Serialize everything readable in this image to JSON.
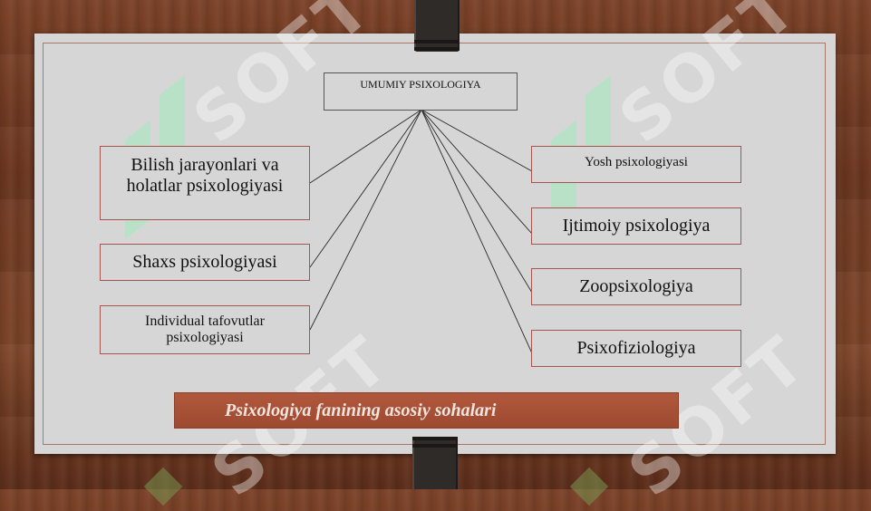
{
  "diagram": {
    "root": {
      "label": "UMUMIY PSIXOLOGIYA"
    },
    "left_branches": [
      {
        "label": "Bilish jarayonlari va holatlar psixologiyasi"
      },
      {
        "label": "Shaxs psixologiyasi"
      },
      {
        "label": "Individual tafovutlar psixologiyasi"
      }
    ],
    "right_branches": [
      {
        "label": "Yosh psixologiyasi"
      },
      {
        "label": "Ijtimoiy psixologiya"
      },
      {
        "label": "Zoopsixologiya"
      },
      {
        "label": "Psixofiziologiya"
      }
    ]
  },
  "caption": {
    "text": "Psixologiya fanining asosiy sohalari"
  },
  "watermark": {
    "text": "SOFT"
  },
  "colors": {
    "node_border": "#a6544e",
    "caption_bg": "#a8523a",
    "board_bg": "#d6d6d6",
    "wood": "#6b3620"
  }
}
